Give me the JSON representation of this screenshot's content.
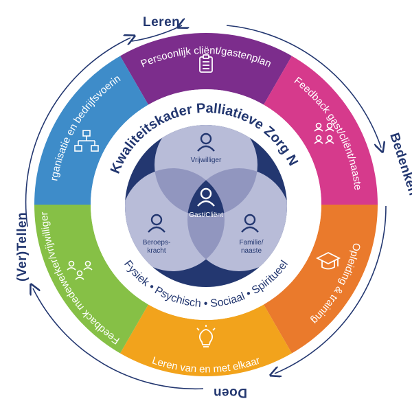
{
  "colors": {
    "navy": "#233770",
    "purple": "#7c2d8c",
    "magenta": "#d63a8c",
    "orange": "#ea7a2c",
    "yellow": "#f2a31c",
    "green": "#86c046",
    "blue": "#3e8cc9",
    "venn_light": "#b8bcd8",
    "venn_mid": "#9196bf"
  },
  "cycle": {
    "top": "Leren",
    "right": "Bedenken",
    "bottom": "Doen",
    "left": "(Ver)Tellen"
  },
  "segments": [
    {
      "label": "Persoonlijk cliënt/gastenplan",
      "icon": "clipboard-icon"
    },
    {
      "label": "Feedback gast/cliënt/naaste",
      "icon": "people-cycle-icon"
    },
    {
      "label": "Opleiding & training",
      "icon": "graduation-cap-icon"
    },
    {
      "label": "Leren van en met elkaar",
      "icon": "lightbulb-icon"
    },
    {
      "label": "Feedback medewerker/vrijwilliger",
      "icon": "people-group-icon"
    },
    {
      "label": "Organisatie en bedrijfsvoering",
      "icon": "org-chart-icon"
    }
  ],
  "title": "Kwaliteitskader Palliatieve Zorg NL",
  "dimensions": "Fysiek • Psychisch • Sociaal • Spiritueel",
  "venn": {
    "top": "Vrijwilliger",
    "center": "Gast/Cliënt",
    "left_line1": "Beroeps-",
    "left_line2": "kracht",
    "right_line1": "Familie/",
    "right_line2": "naaste"
  }
}
